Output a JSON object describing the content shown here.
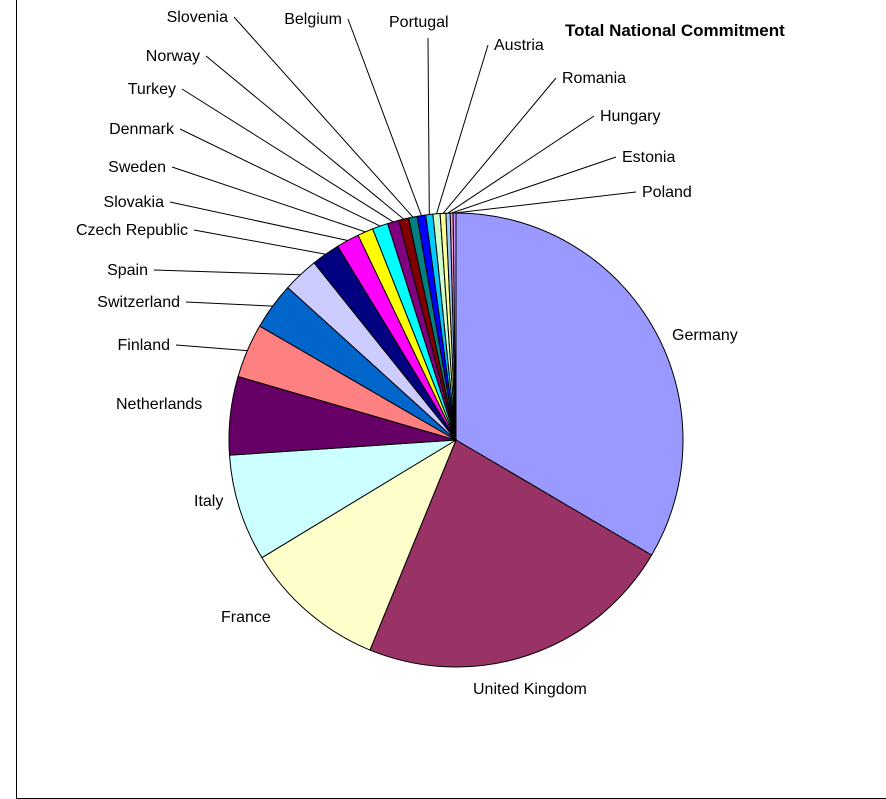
{
  "chart_data": {
    "type": "pie",
    "title": "Total National Commitment",
    "start_angle_deg": 0,
    "direction": "clockwise",
    "slices": [
      {
        "label": "Germany",
        "value": 33.0,
        "color": "#9999ff"
      },
      {
        "label": "United Kingdom",
        "value": 22.4,
        "color": "#993366"
      },
      {
        "label": "France",
        "value": 10.0,
        "color": "#ffffcc"
      },
      {
        "label": "Italy",
        "value": 7.5,
        "color": "#ccffff"
      },
      {
        "label": "Netherlands",
        "value": 5.5,
        "color": "#660066"
      },
      {
        "label": "Finland",
        "value": 3.8,
        "color": "#ff8080"
      },
      {
        "label": "Switzerland",
        "value": 3.3,
        "color": "#0066cc"
      },
      {
        "label": "Spain",
        "value": 2.5,
        "color": "#ccccff"
      },
      {
        "label": "Czech Republic",
        "value": 2.0,
        "color": "#000080"
      },
      {
        "label": "Slovakia",
        "value": 1.6,
        "color": "#ff00ff"
      },
      {
        "label": "Sweden",
        "value": 1.1,
        "color": "#ffff00"
      },
      {
        "label": "Denmark",
        "value": 1.1,
        "color": "#00ffff"
      },
      {
        "label": "Turkey",
        "value": 0.8,
        "color": "#800080"
      },
      {
        "label": "Norway",
        "value": 0.7,
        "color": "#800000"
      },
      {
        "label": "Slovenia",
        "value": 0.6,
        "color": "#008080"
      },
      {
        "label": "Belgium",
        "value": 0.6,
        "color": "#0000ff"
      },
      {
        "label": "Portugal",
        "value": 0.5,
        "color": "#00ccff"
      },
      {
        "label": "Austria",
        "value": 0.5,
        "color": "#ccffcc"
      },
      {
        "label": "Romania",
        "value": 0.4,
        "color": "#ffff99"
      },
      {
        "label": "Hungary",
        "value": 0.3,
        "color": "#99ccff"
      },
      {
        "label": "Estonia",
        "value": 0.2,
        "color": "#ff99cc"
      },
      {
        "label": "Poland",
        "value": 0.2,
        "color": "#cc99ff"
      }
    ],
    "legend": "none"
  }
}
